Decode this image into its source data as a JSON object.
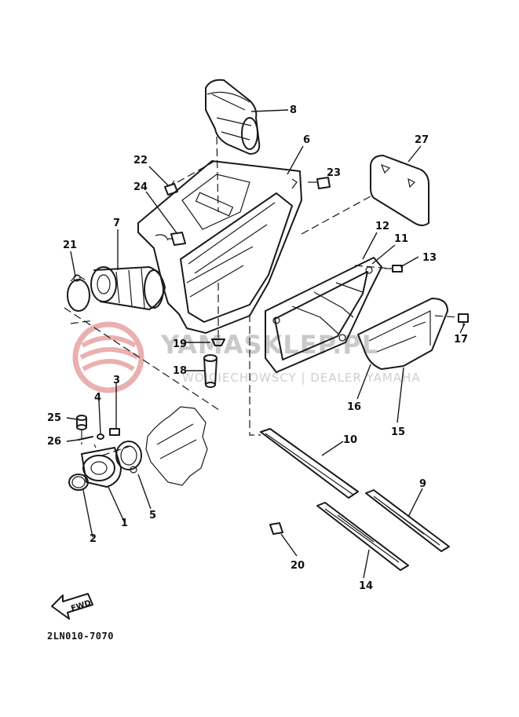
{
  "diagram": {
    "code": "2LN010-7070",
    "fwd_label": "FWD",
    "watermark": {
      "brand": "YAMASKLEP.PL",
      "subtitle": "WOJCIECHOWSCY | DEALER YAMAHA"
    },
    "part_numbers": [
      "1",
      "2",
      "3",
      "4",
      "5",
      "6",
      "7",
      "8",
      "9",
      "10",
      "11",
      "12",
      "13",
      "14",
      "15",
      "16",
      "17",
      "18",
      "19",
      "20",
      "21",
      "22",
      "23",
      "24",
      "25",
      "26",
      "27"
    ]
  },
  "colors": {
    "ink": "#1a1a1a",
    "watermark_red": "#e8a7a7",
    "watermark_gray": "#c9c9c9"
  }
}
